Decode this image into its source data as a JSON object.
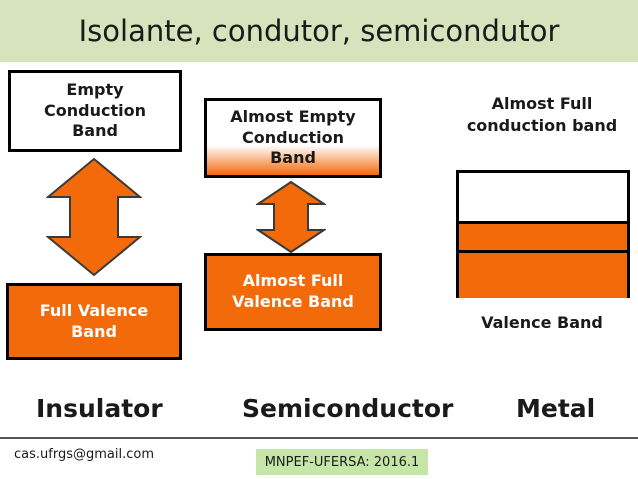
{
  "title": "Isolante, condutor, semicondutor",
  "insulator": {
    "conduction_band": "Empty Conduction Band",
    "valence_band": "Full Valence Band",
    "label": "Insulator"
  },
  "semiconductor": {
    "conduction_band": "Almost Empty Conduction Band",
    "valence_band": "Almost Full Valence Band",
    "label": "Semiconductor"
  },
  "metal": {
    "top_label": "Almost Full conduction band",
    "bottom_label": "Valence Band",
    "label": "Metal"
  },
  "footer": {
    "email": "cas.ufrgs@gmail.com",
    "credit": "MNPEF-UFERSA: 2016.1"
  },
  "colors": {
    "band_orange": "#f36a0a",
    "title_bar": "#d6e3bc",
    "credit_bg": "#c6e6a8"
  }
}
